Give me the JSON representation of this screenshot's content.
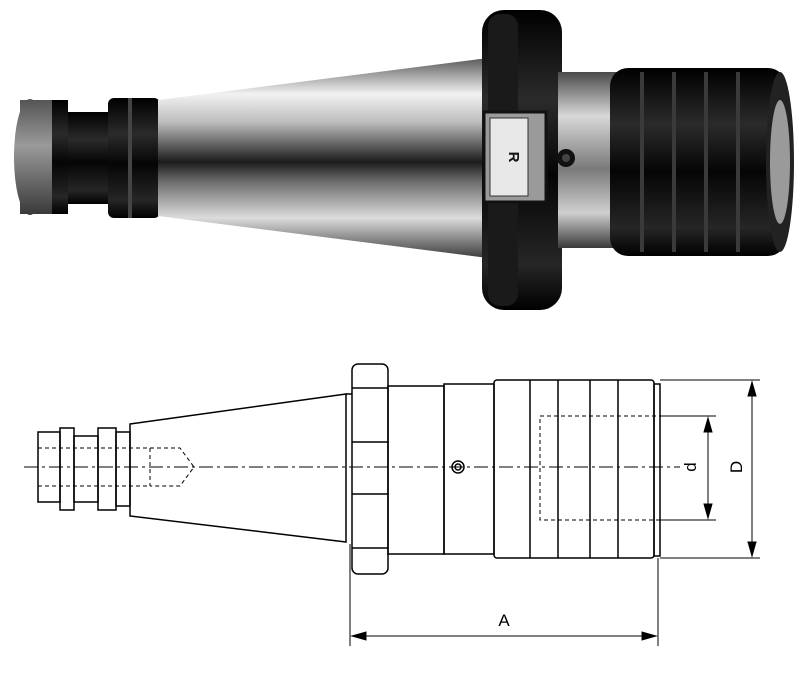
{
  "photo": {
    "flange_marking": "R"
  },
  "drawing": {
    "dimension_labels": {
      "length": "A",
      "outer_diameter": "D",
      "bore_diameter": "d"
    }
  },
  "colors": {
    "steel_light": "#e6e6e6",
    "steel_dark": "#3a3a3a",
    "black_oxide": "#0d0d0d",
    "line": "#000000"
  }
}
